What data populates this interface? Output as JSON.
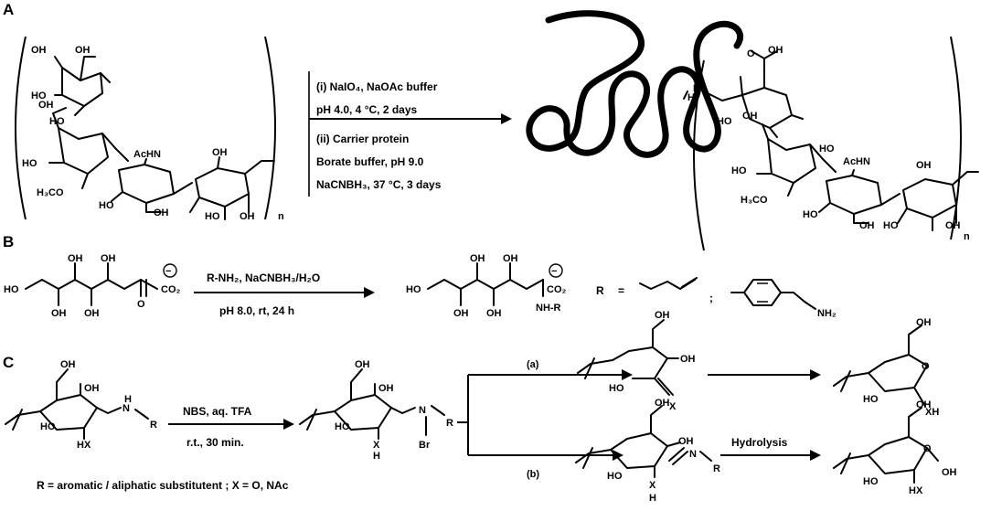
{
  "panels": {
    "a": "A",
    "b": "B",
    "c": "C"
  },
  "panel_a": {
    "left_labels": {
      "oh1": "OH",
      "oh2": "OH",
      "ho1": "HO",
      "ho2": "HO",
      "oh3": "OH",
      "ho3": "HO",
      "h3co": "H₃CO",
      "achn": "AcHN",
      "ho4": "HO",
      "oh4": "OH",
      "ho5": "HO",
      "oh5": "OH",
      "oh6": "OH",
      "n": "n"
    },
    "conditions": {
      "line1": "(i) NaIO₄, NaOAc buffer",
      "line2": "pH 4.0, 4 °C, 2 days",
      "line3": "(ii)     Carrier     protein",
      "line4": "Borate buffer,  pH  9.0",
      "line5": "NaCNBH₃, 37 °C, 3 days"
    },
    "right_labels": {
      "o_ald": "O",
      "oh_top": "OH",
      "nh": "N",
      "h_nh": "H",
      "oh1": "OH",
      "ho1": "HO",
      "ho2": "HO",
      "h3co": "H₃CO",
      "achn": "AcHN",
      "ho3": "HO",
      "oh2": "OH",
      "ho4": "HO",
      "oh3": "OH",
      "ho5": "HO",
      "oh4": "OH",
      "n": "n"
    }
  },
  "panel_b": {
    "reactant": {
      "ho": "HO",
      "oh1": "OH",
      "oh2": "OH",
      "oh3": "OH",
      "oh4": "OH",
      "o": "O",
      "co2": "CO₂",
      "minus": "−"
    },
    "conditions": {
      "top": "R-NH₂,  NaCNBH₃/H₂O",
      "bottom": "pH 8.0, rt, 24 h"
    },
    "product": {
      "ho": "HO",
      "oh1": "OH",
      "oh2": "OH",
      "oh3": "OH",
      "oh4": "OH",
      "co2": "CO₂",
      "minus": "−",
      "nhr": "NH-R"
    },
    "r_def": {
      "r": "R",
      "eq": "=",
      "sep": ";",
      "nh2": "NH₂"
    }
  },
  "panel_c": {
    "start": {
      "oh1": "OH",
      "oh2": "OH",
      "ho": "HO",
      "hx": "HX",
      "nh": "N",
      "h": "H",
      "r": "R"
    },
    "conditions": {
      "top": "NBS, aq. TFA",
      "bottom": "r.t., 30 min."
    },
    "intermediate": {
      "oh1": "OH",
      "oh2": "OH",
      "ho": "HO",
      "x": "X",
      "h": "H",
      "n": "N",
      "r": "R",
      "br": "Br"
    },
    "route_a": "(a)",
    "route_b": "(b)",
    "product_a1": {
      "oh1": "OH",
      "oh2": "OH",
      "ho": "HO",
      "x": "X"
    },
    "product_a2": {
      "oh1": "OH",
      "o": "O",
      "ho": "HO",
      "xh": "XH"
    },
    "product_b1": {
      "oh1": "OH",
      "oh2": "OH",
      "ho": "HO",
      "x": "X",
      "h": "H",
      "n": "N",
      "r": "R"
    },
    "hydrolysis": "Hydrolysis",
    "product_b2": {
      "oh1": "OH",
      "o": "O",
      "ho": "HO",
      "hx": "HX",
      "oh2": "OH"
    },
    "footnote": "R = aromatic / aliphatic substitutent ; X = O, NAc"
  }
}
